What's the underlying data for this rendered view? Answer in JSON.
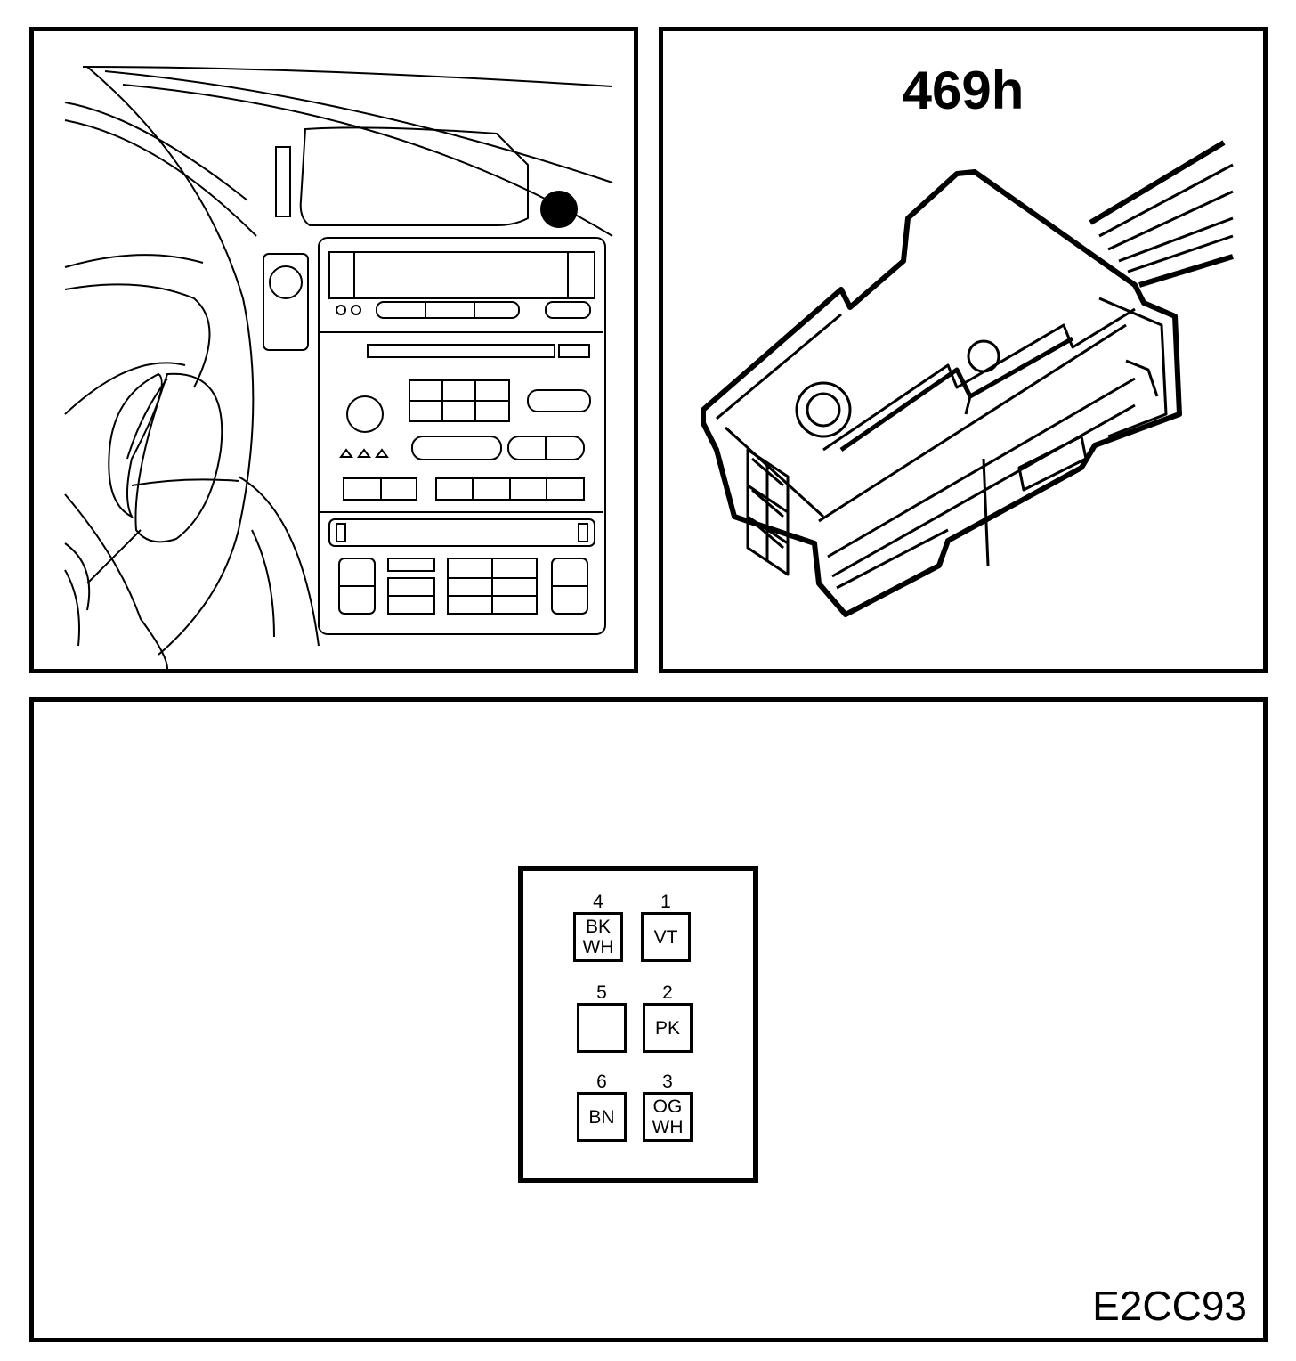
{
  "connector": {
    "title": "469h",
    "pins": [
      {
        "number": "4",
        "colors": [
          "BK",
          "WH"
        ]
      },
      {
        "number": "1",
        "colors": [
          "VT"
        ]
      },
      {
        "number": "5",
        "colors": []
      },
      {
        "number": "2",
        "colors": [
          "PK"
        ]
      },
      {
        "number": "6",
        "colors": [
          "BN"
        ]
      },
      {
        "number": "3",
        "colors": [
          "OG",
          "WH"
        ]
      }
    ]
  },
  "figure_id": "E2CC93"
}
